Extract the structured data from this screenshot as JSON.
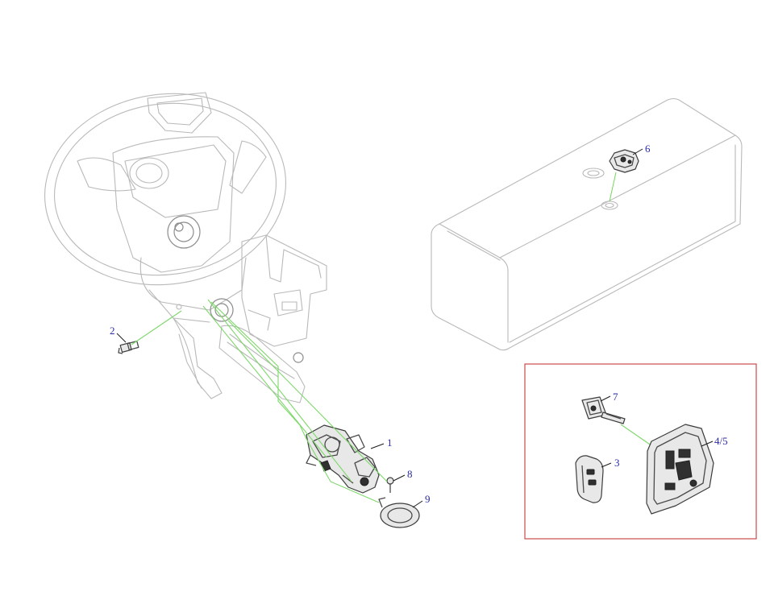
{
  "callouts": {
    "c1": "1",
    "c2": "2",
    "c3": "3",
    "c45": "4/5",
    "c6": "6",
    "c7": "7",
    "c8": "8",
    "c9": "9"
  },
  "colors": {
    "callout_text": "#2b2ba8",
    "leader_lines": "#7ed86a",
    "detail_box_border": "#cc4b4b",
    "part_outline": "#b9b9b9"
  }
}
